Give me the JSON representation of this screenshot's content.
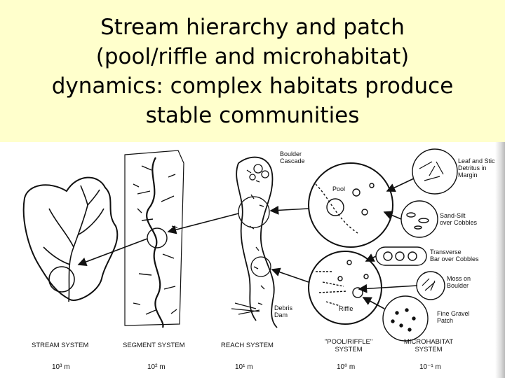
{
  "title": {
    "line1": "Stream hierarchy and patch",
    "line2": "(pool/riffle and microhabitat)",
    "line3": "dynamics: complex habitats produce",
    "line4": "stable communities"
  },
  "systems": [
    {
      "label": "STREAM SYSTEM",
      "scale": "10³ m"
    },
    {
      "label": "SEGMENT SYSTEM",
      "scale": "10² m"
    },
    {
      "label": "REACH SYSTEM",
      "scale": "10¹ m"
    },
    {
      "label": "\"POOL/RIFFLE\"",
      "label2": "SYSTEM",
      "scale": "10⁰ m"
    },
    {
      "label": "MICROHABITAT",
      "label2": "SYSTEM",
      "scale": "10⁻¹ m"
    }
  ],
  "callouts": {
    "boulder_cascade": [
      "Boulder",
      "Cascade"
    ],
    "pool": "Pool",
    "debris_dam": [
      "Debris",
      "Dam"
    ],
    "riffle": "Riffle",
    "leaf_stick": [
      "Leaf and Stick",
      "Detritus in",
      "Margin"
    ],
    "sand_silt": [
      "Sand-Silt",
      "over Cobbles"
    ],
    "transverse_bar": [
      "Transverse",
      "Bar over Cobbles"
    ],
    "moss_boulder": [
      "Moss on",
      "Boulder"
    ],
    "fine_gravel": [
      "Fine Gravel",
      "Patch"
    ]
  },
  "colors": {
    "background": "#ffffcc",
    "figure": "#ffffff",
    "ink": "#111111"
  }
}
